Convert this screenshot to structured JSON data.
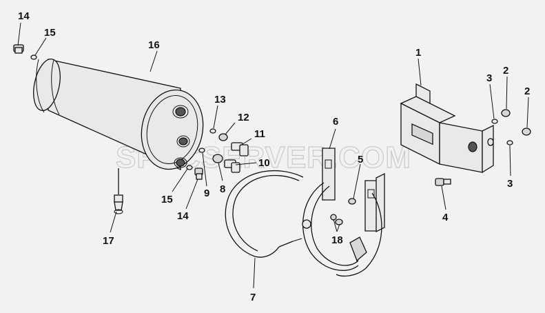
{
  "watermark": "SPECSERVER.COM",
  "callouts": {
    "c1": "1",
    "c2a": "2",
    "c2b": "2",
    "c3a": "3",
    "c3b": "3",
    "c4": "4",
    "c5": "5",
    "c6": "6",
    "c7": "7",
    "c8": "8",
    "c9": "9",
    "c10": "10",
    "c11": "11",
    "c12": "12",
    "c13": "13",
    "c14a": "14",
    "c14b": "14",
    "c15a": "15",
    "c15b": "15",
    "c16": "16",
    "c17": "17",
    "c18": "18"
  }
}
